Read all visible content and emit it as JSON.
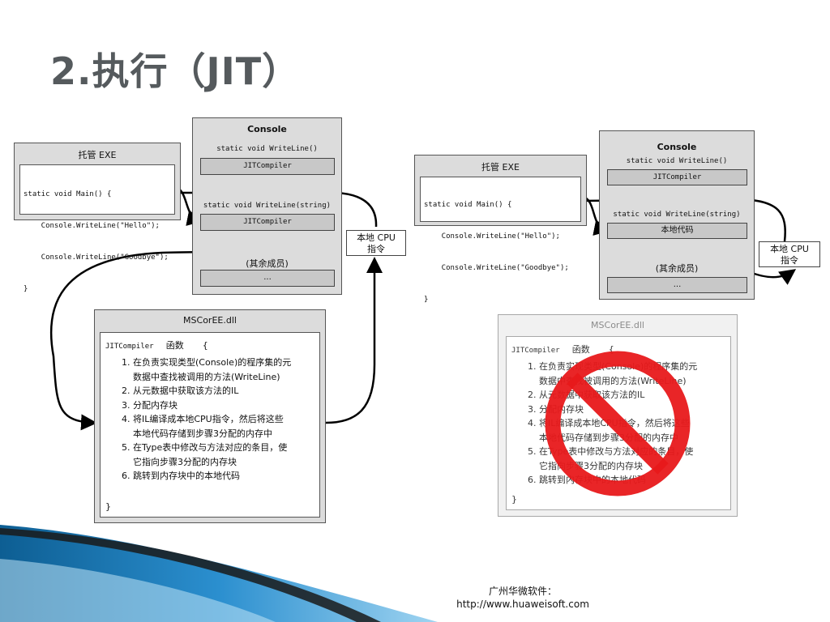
{
  "title": "2.执行（JIT）",
  "left_diagram": {
    "exe": {
      "title": "托管 EXE",
      "code": [
        "static void Main() {",
        "    Console.WriteLine(\"Hello\");",
        "    Console.WriteLine(\"Goodbye\");",
        "}"
      ]
    },
    "console": {
      "title": "Console",
      "method1": "static void WriteLine()",
      "slot1": "JITCompiler",
      "method2": "static void WriteLine(string)",
      "slot2": "JITCompiler",
      "others": "(其余成员)",
      "slot3": "..."
    },
    "cpu": {
      "line1": "本地 CPU",
      "line2": "指令"
    },
    "mscoree": {
      "title": "MSCorEE.dll",
      "header_code": "JITCompiler",
      "header_cn": "函数",
      "header_brace": "{",
      "steps": [
        "1. 在负责实现类型(Console)的程序集的元",
        "数据中查找被调用的方法(WriteLine)",
        "2. 从元数据中获取该方法的IL",
        "3. 分配内存块",
        "4. 将IL编译成本地CPU指令，然后将这些",
        "本地代码存储到步骤3分配的内存中",
        "5. 在Type表中修改与方法对应的条目，使",
        "它指向步骤3分配的内存块",
        "6. 跳转到内存块中的本地代码"
      ],
      "closing": "}"
    }
  },
  "right_diagram": {
    "exe": {
      "title": "托管 EXE",
      "code": [
        "static void Main() {",
        "    Console.WriteLine(\"Hello\");",
        "    Console.WriteLine(\"Goodbye\");",
        "}"
      ]
    },
    "console": {
      "title": "Console",
      "method1": "static void WriteLine()",
      "slot1": "JITCompiler",
      "method2": "static void WriteLine(string)",
      "slot2": "本地代码",
      "others": "(其余成员)",
      "slot3": "..."
    },
    "cpu": {
      "line1": "本地 CPU",
      "line2": "指令"
    },
    "mscoree": {
      "title": "MSCorEE.dll",
      "header_code": "JITCompiler",
      "header_cn": "函数",
      "header_brace": "{",
      "steps": [
        "1. 在负责实现类型(Console)的程序集的元",
        "数据中查找被调用的方法(WriteLine)",
        "2. 从元数据中获取该方法的IL",
        "3. 分配内存块",
        "4. 将IL编译成本地CPU指令，然后将这些",
        "本地代码存储到步骤3分配的内存中",
        "5. 在Type表中修改与方法对应的条目，使",
        "它指向步骤3分配的内存块",
        "6. 跳转到内存块中的本地代码"
      ],
      "closing": "}",
      "prohibited_icon": "no-entry-sign-icon",
      "prohibited_color": "#e8191b"
    }
  },
  "footer": {
    "line1": "广州华微软件：",
    "line2": "http://www.huaweisoft.com"
  },
  "colors": {
    "title": "#555a5d",
    "accent_blue": "#1b6fa8",
    "prohibited_red": "#e8191b"
  }
}
